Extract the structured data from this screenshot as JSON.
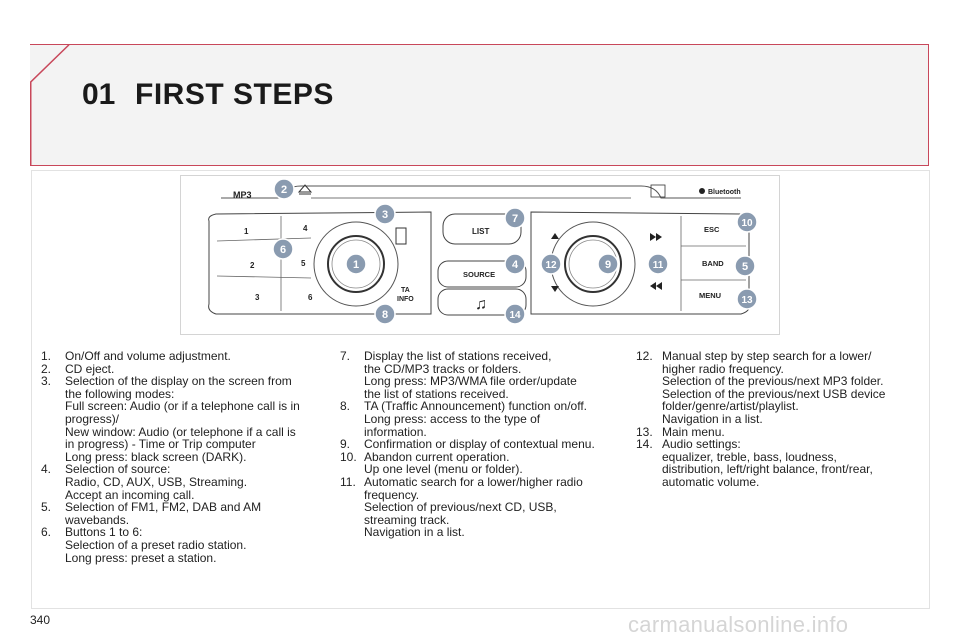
{
  "header": {
    "chapter_number": "01",
    "chapter_title": "FIRST STEPS"
  },
  "figure": {
    "labels": {
      "mp3": "MP3",
      "bluetooth": "Bluetooth",
      "list": "LIST",
      "source": "SOURCE",
      "ta": "TA",
      "info": "INFO",
      "esc": "ESC",
      "band": "BAND",
      "menu": "MENU",
      "presets": [
        "1",
        "2",
        "3",
        "4",
        "5",
        "6"
      ]
    },
    "callouts": [
      "1",
      "2",
      "3",
      "4",
      "5",
      "6",
      "7",
      "8",
      "9",
      "10",
      "11",
      "12",
      "13",
      "14"
    ]
  },
  "column1": [
    {
      "num": "1.",
      "lines": [
        "On/Off and volume adjustment."
      ]
    },
    {
      "num": "2.",
      "lines": [
        "CD eject."
      ]
    },
    {
      "num": "3.",
      "lines": [
        "Selection of the display on the screen from",
        "the following modes:",
        "Full screen: Audio (or if a telephone call is in",
        "progress)/",
        "New window: Audio (or telephone if a call is",
        "in progress) - Time or Trip computer",
        "Long press: black screen (DARK)."
      ]
    },
    {
      "num": "4.",
      "lines": [
        "Selection of source:",
        "Radio, CD, AUX, USB, Streaming.",
        "Accept an incoming call."
      ]
    },
    {
      "num": "5.",
      "lines": [
        "Selection of FM1, FM2, DAB and AM",
        "wavebands."
      ]
    },
    {
      "num": "6.",
      "lines": [
        "Buttons 1 to 6:",
        "Selection of a preset radio station.",
        "Long press: preset a station."
      ]
    }
  ],
  "column2": [
    {
      "num": "7.",
      "lines": [
        "Display the list of stations received,",
        "the CD/MP3 tracks or folders.",
        "Long press: MP3/WMA file order/update",
        "the list of stations received."
      ]
    },
    {
      "num": "8.",
      "lines": [
        "TA (Traffic Announcement) function on/off.",
        "Long press: access to the type of",
        "information."
      ]
    },
    {
      "num": "9.",
      "lines": [
        "Confirmation or display of contextual menu."
      ]
    },
    {
      "num": "10.",
      "lines": [
        "Abandon current operation.",
        "Up one level (menu or folder)."
      ]
    },
    {
      "num": "11.",
      "lines": [
        "Automatic search for a lower/higher radio",
        "frequency.",
        "Selection of previous/next CD, USB,",
        "streaming track.",
        "Navigation in a list."
      ]
    }
  ],
  "column3": [
    {
      "num": "12.",
      "lines": [
        "Manual step by step search for a lower/",
        "higher radio frequency.",
        "Selection of the previous/next MP3 folder.",
        "Selection of the previous/next USB device",
        "folder/genre/artist/playlist.",
        "Navigation in a list."
      ]
    },
    {
      "num": "13.",
      "lines": [
        "Main menu."
      ]
    },
    {
      "num": "14.",
      "lines": [
        "Audio settings:",
        "equalizer, treble, bass, loudness,",
        "distribution, left/right balance, front/rear,",
        "automatic volume."
      ]
    }
  ],
  "footer": {
    "page_number": "340",
    "watermark": "carmanualsonline.info"
  },
  "colors": {
    "accent": "#c8475a",
    "badge": "#8a9bb0"
  }
}
